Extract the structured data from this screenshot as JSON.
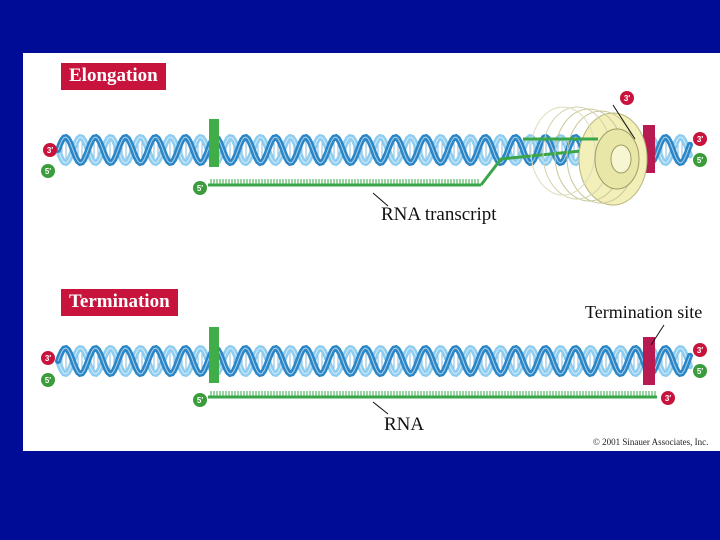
{
  "slide": {
    "background": "#000b96",
    "panel_background": "#ffffff"
  },
  "colors": {
    "helix_light": "#8ecdf0",
    "helix_dark": "#2a86c6",
    "rna": "#3aa64a",
    "marker_green": "#3fae49",
    "marker_red": "#b81a52",
    "end_red": "#c8143c",
    "end_green": "#3a9c3a",
    "polymerase": "#f2f0b8"
  },
  "elongation": {
    "label": "Elongation",
    "top_left_end": "3′",
    "bottom_left_end": "5′",
    "top_right_end": "3′",
    "bottom_right_end": "5′",
    "rna_start_end": "5′",
    "rna_growing_end": "3′",
    "rna_caption": "RNA transcript"
  },
  "termination": {
    "label": "Termination",
    "top_left_end": "3′",
    "bottom_left_end": "5′",
    "top_right_end": "3′",
    "bottom_right_end": "5′",
    "rna_start_end": "5′",
    "rna_end_end": "3′",
    "rna_caption": "RNA",
    "site_caption": "Termination site"
  },
  "copyright": "© 2001 Sinauer Associates, Inc."
}
